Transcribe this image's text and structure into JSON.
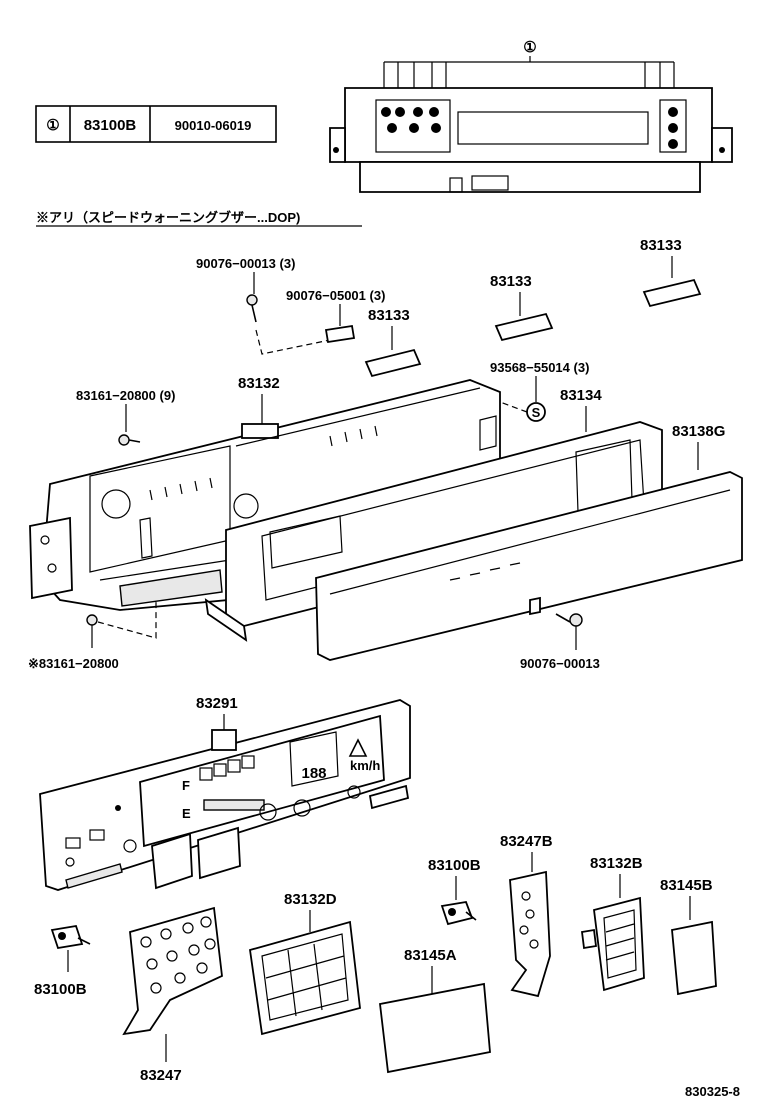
{
  "ref_table": {
    "marker": "①",
    "col1": "83100B",
    "col2": "90010-06019"
  },
  "top_marker": "①",
  "note": "※アリ（スピードウォーニングブザー...DOP)",
  "labels": {
    "p_90076_00013_3": "90076−00013 (3)",
    "p_90076_05001_3": "90076−05001 (3)",
    "p_83133_a": "83133",
    "p_83133_b": "83133",
    "p_83133_c": "83133",
    "p_93568_55014_3": "93568−55014 (3)",
    "p_83161_20800_9": "83161−20800 (9)",
    "p_83132": "83132",
    "p_83134": "83134",
    "p_83138g": "83138G",
    "screw_s": "S",
    "p_83161_20800_note": "※83161−20800",
    "p_90076_00013": "90076−00013",
    "p_83291": "83291",
    "p_83247b": "83247B",
    "p_83100b_mid": "83100B",
    "p_83132b": "83132B",
    "p_83145b": "83145B",
    "p_83132d": "83132D",
    "p_83145a": "83145A",
    "p_83100b_left": "83100B",
    "p_83247": "83247",
    "diagram_code": "830325-8"
  },
  "display": {
    "digits": "188",
    "unit": "km/h",
    "f_mark": "F",
    "e_mark": "E"
  }
}
